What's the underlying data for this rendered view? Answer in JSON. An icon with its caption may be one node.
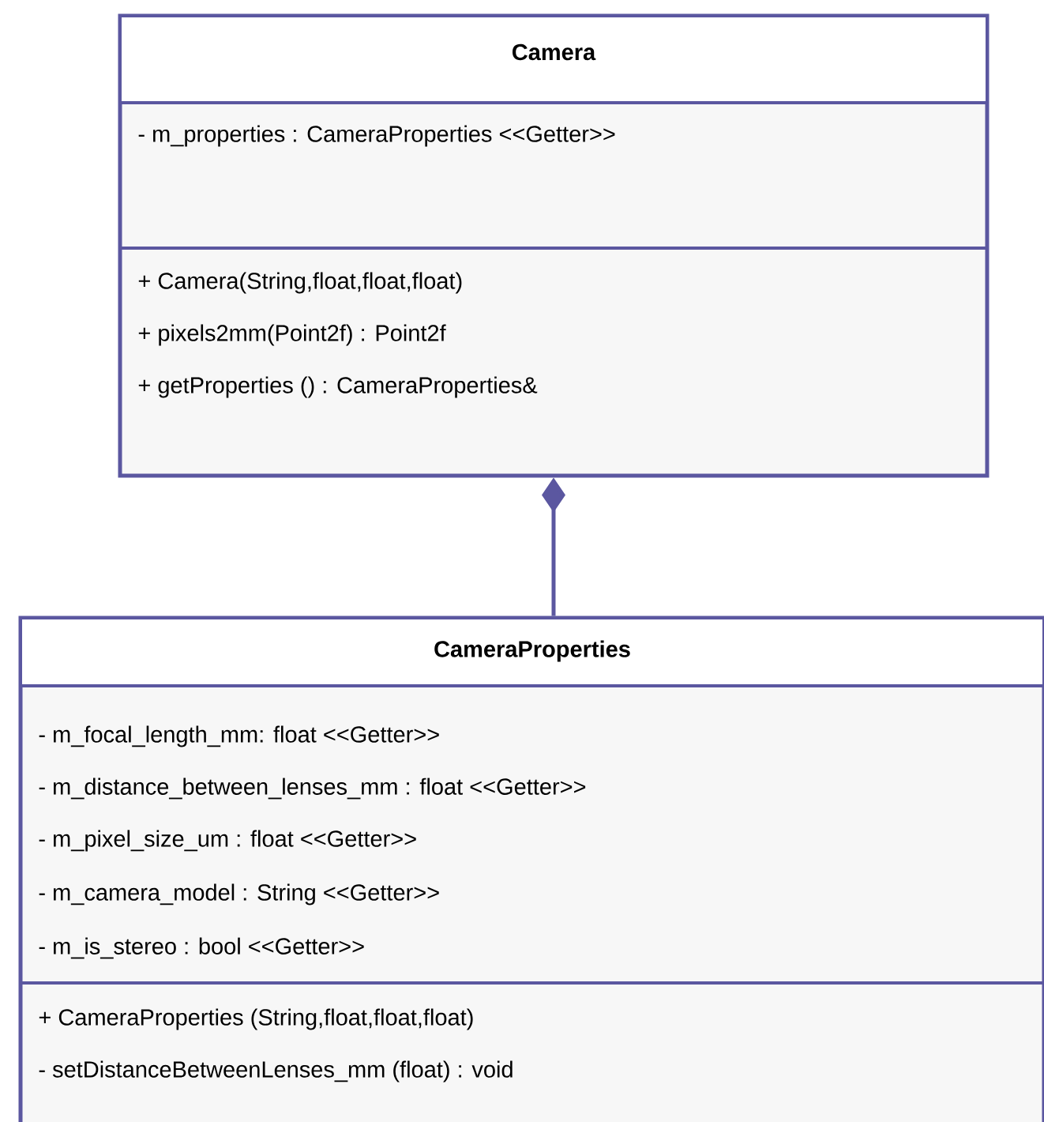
{
  "diagram": {
    "nodes": [
      {
        "text": [
          "Camera",
          "- m_properties : CameraProperties <<Getter>>",
          "+ Camera(String,float,float,float)",
          "+ pixels2mm(Point2f) : Point2f",
          "+ getProperties () : CameraProperties&"
        ]
      },
      {
        "text": [
          "CameraProperties",
          "- m_focal_length_mm: float <<Getter>>",
          "- m_distance_between_lenses_mm : float <<Getter>>",
          "- m_pixel_size_um : float <<Getter>>",
          "- m_camera_model : String <<Getter>>",
          "- m_is_stereo : bool <<Getter>>",
          "+ CameraProperties (String,float,float,float)",
          "- setDistanceBetweenLenses_mm (float) : void"
        ]
      }
    ],
    "edges": [
      {
        "from": 1,
        "to": 0,
        "arrow": "other"
      }
    ]
  }
}
